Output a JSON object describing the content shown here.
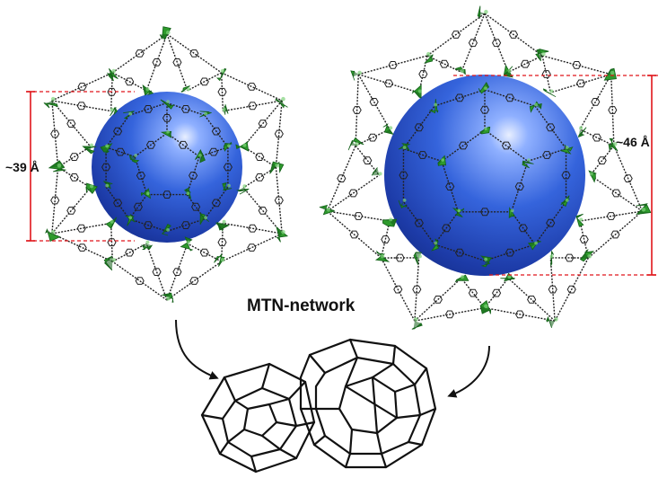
{
  "labels": {
    "left_cage_diameter": "~39 Å",
    "right_cage_diameter": "~46 Å",
    "network": "MTN-network"
  },
  "colors": {
    "sphere": "#2f5fd6",
    "cluster": "#2e9a2c",
    "cluster_dark": "#14601a",
    "linker": "#222222",
    "dimension_line_red": "#e0151a",
    "dashed_guide": "#e0151a"
  },
  "icons": {
    "left_cage": "mof-cage-sphere",
    "right_cage": "mof-cage-sphere",
    "network": "mtn-polyhedra-wireframe",
    "arrows": "curved-arrow"
  }
}
